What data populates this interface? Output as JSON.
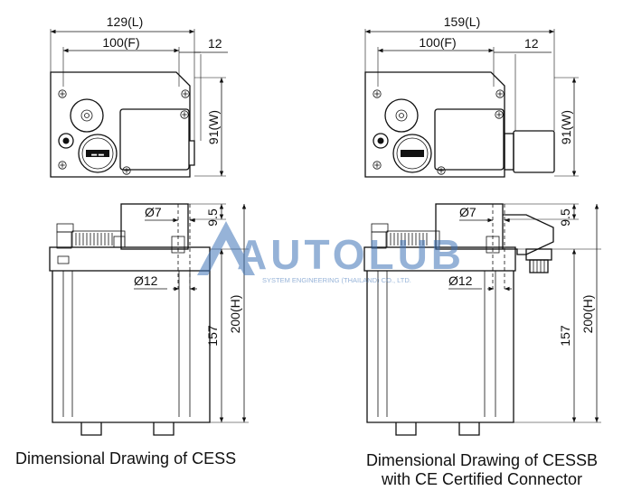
{
  "left_drawing": {
    "dims": {
      "length": "129(L)",
      "fixing": "100(F)",
      "offset": "12",
      "width": "91(W)",
      "d7": "Ø7",
      "d95": "9.5",
      "d12": "Ø12",
      "h157": "157",
      "height": "200(H)"
    },
    "caption": "Dimensional Drawing of CESS"
  },
  "right_drawing": {
    "dims": {
      "length": "159(L)",
      "fixing": "100(F)",
      "offset": "12",
      "width": "91(W)",
      "d7": "Ø7",
      "d95": "9.5",
      "d12": "Ø12",
      "h157": "157",
      "height": "200(H)"
    },
    "caption_line1": "Dimensional Drawing of CESSB",
    "caption_line2": "with CE Certified Connector"
  },
  "watermark": {
    "brand": "AUTOLUB",
    "tagline": "SYSTEM ENGINEERING (THAILAND) CO., LTD."
  },
  "colors": {
    "line": "#111111",
    "watermark": "#3f74b8"
  }
}
